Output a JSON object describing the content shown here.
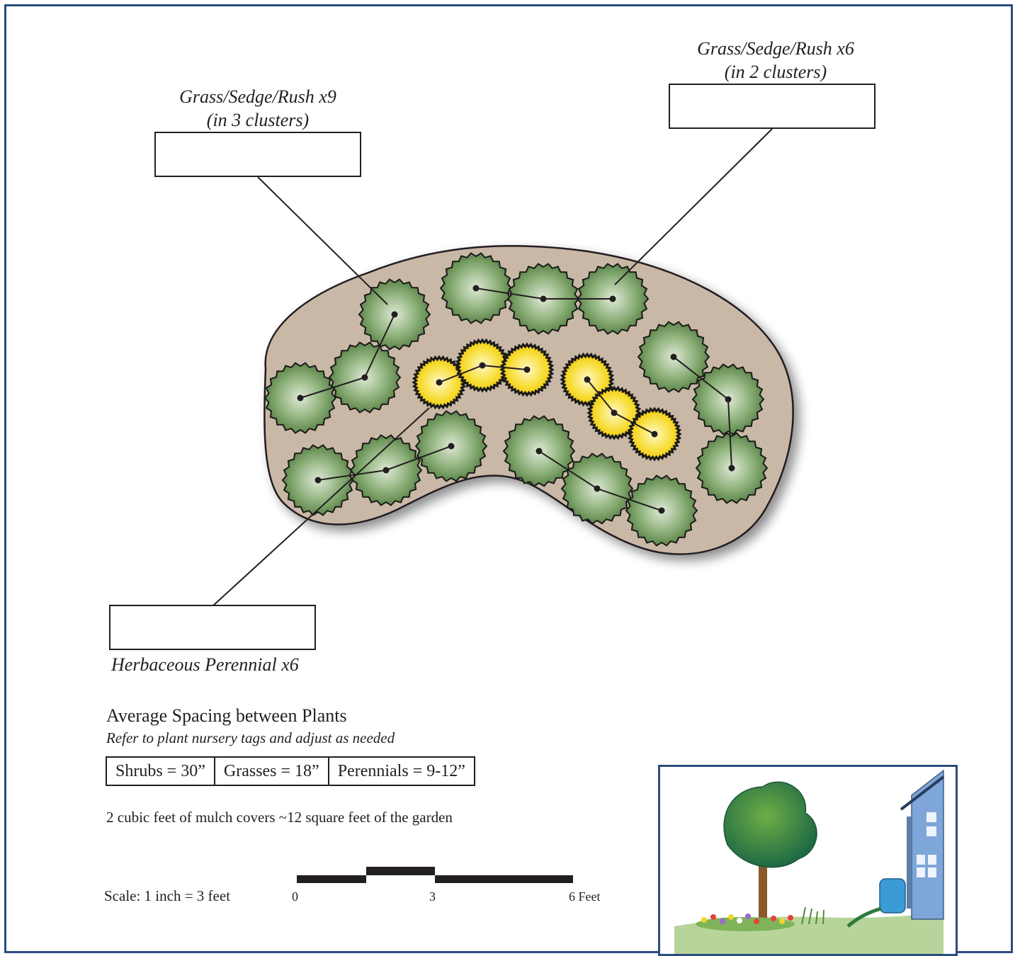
{
  "labels": {
    "grass_left_line1": "Grass/Sedge/Rush x9",
    "grass_left_line2": "(in 3 clusters)",
    "grass_right_line1": "Grass/Sedge/Rush x6",
    "grass_right_line2": "(in 2 clusters)",
    "perennial": "Herbaceous Perennial x6"
  },
  "spacing": {
    "heading": "Average Spacing between Plants",
    "subheading": "Refer to plant nursery tags and adjust as needed",
    "cells": [
      "Shrubs = 30”",
      "Grasses = 18”",
      "Perennials = 9-12”"
    ]
  },
  "mulch_note": "2 cubic feet of mulch covers ~12 square feet of the garden",
  "scale": {
    "text": "Scale: 1 inch = 3 feet",
    "ticks": [
      "0",
      "3",
      "6 Feet"
    ]
  },
  "colors": {
    "frame": "#2b4c7e",
    "mulch_bed": "#c9b8a6",
    "grass_plant": "#6f9a5c",
    "perennial_plant": "#f5d320",
    "house": "#7ea6d8",
    "ground": "#b7d59a"
  }
}
